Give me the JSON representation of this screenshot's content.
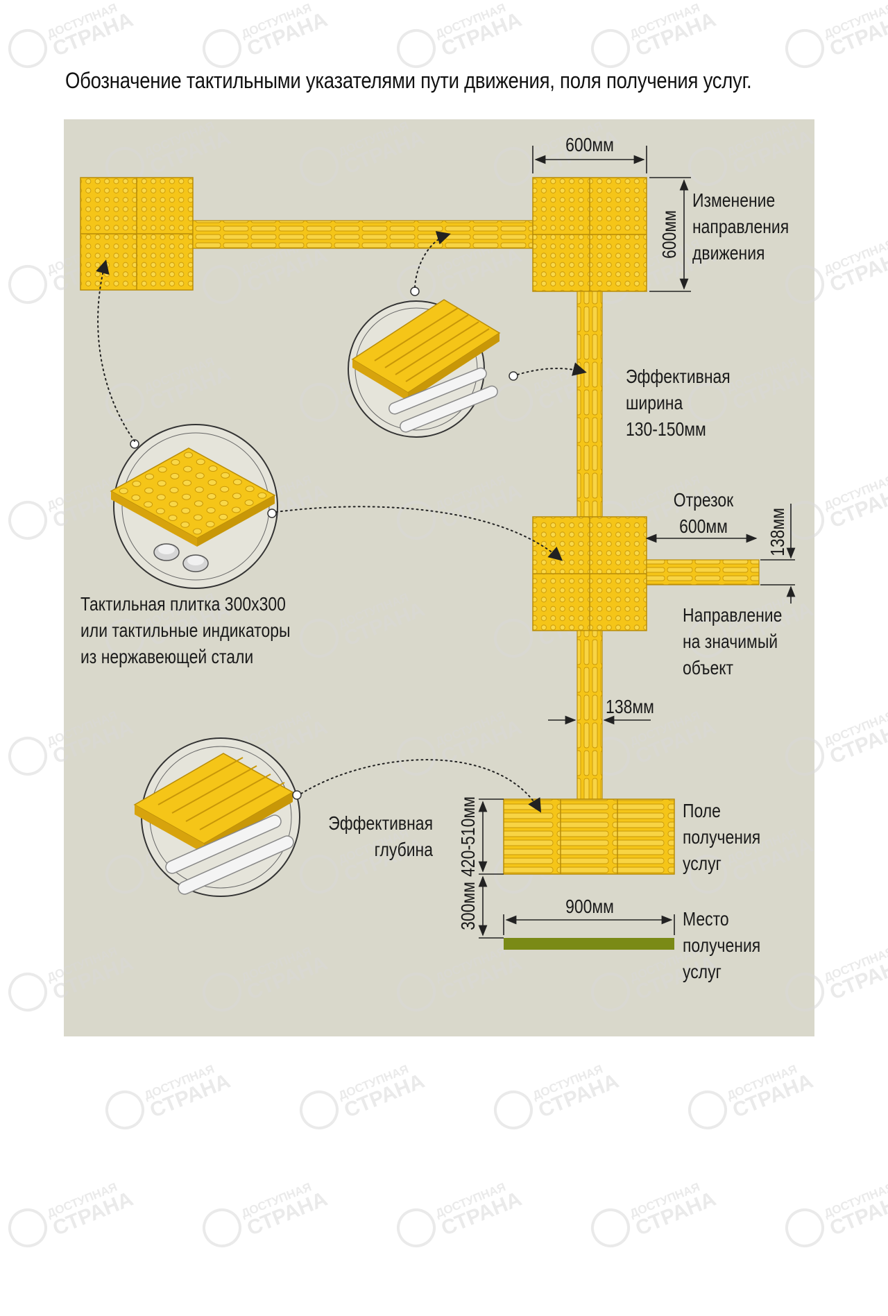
{
  "title": "Обозначение тактильными указателями пути движения, поля получения услуг.",
  "watermark": {
    "line1": "ДОСТУПНАЯ",
    "line2": "СТРАНА"
  },
  "dimensions": {
    "top_width": "600мм",
    "top_height": "600мм",
    "segment_label": "Отрезок",
    "segment_value": "600мм",
    "branch_width": "138мм",
    "path_width": "138мм",
    "depth": "420-510мм",
    "offset": "300мм",
    "field_width": "900мм"
  },
  "labels": {
    "direction_change": [
      "Изменение",
      "направления",
      "движения"
    ],
    "effective_width": [
      "Эффективная",
      "ширина",
      "130-150мм"
    ],
    "direction_object": [
      "Направление",
      "на значимый",
      "объект"
    ],
    "tile_info": [
      "Тактильная плитка 300х300",
      "или тактильные индикаторы",
      "из нержавеющей стали"
    ],
    "effective_depth": [
      "Эффективная",
      "глубина"
    ],
    "service_field": [
      "Поле",
      "получения",
      "услуг"
    ],
    "service_place": [
      "Место",
      "получения",
      "услуг"
    ]
  },
  "colors": {
    "background": "#d9d8cb",
    "tile": "#f5c518",
    "tile_dark": "#d7a30d",
    "service_place": "#7a8a16",
    "text": "#1a1a1a"
  }
}
